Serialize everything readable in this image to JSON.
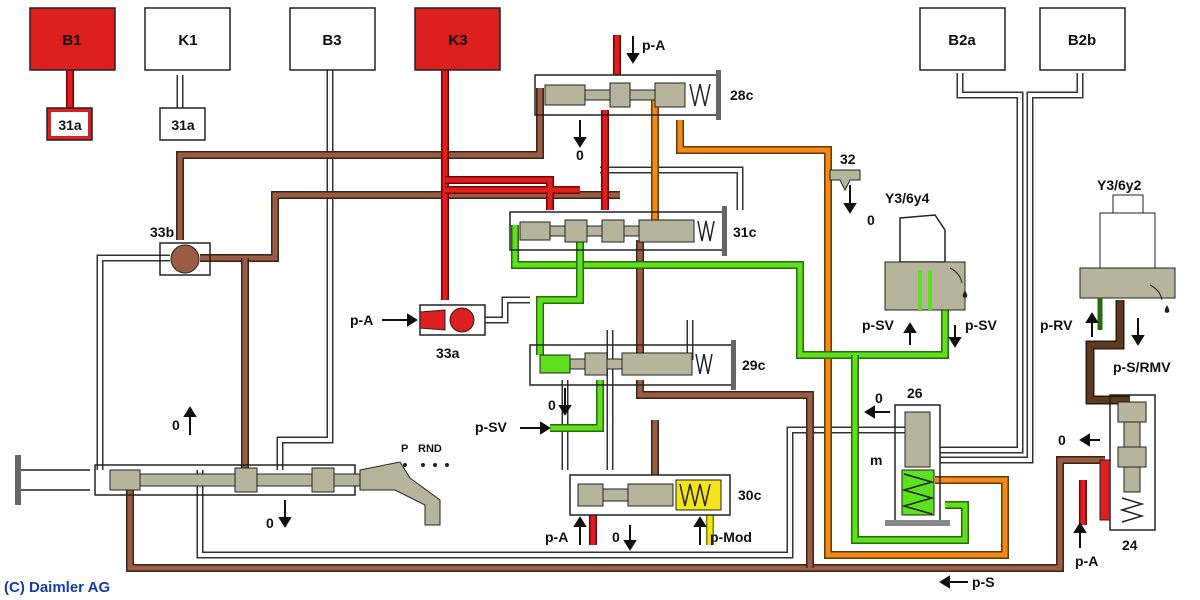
{
  "colors": {
    "red": "#dd1f1f",
    "brown": "#9b5c45",
    "dark_brown": "#5d3a1e",
    "green": "#5ee01f",
    "orange": "#f08a1a",
    "yellow": "#f3e51a",
    "white_line": "#ffffff",
    "spool": "#b6b59c",
    "outline": "#222222"
  },
  "components": {
    "B1": "B1",
    "K1": "K1",
    "B3": "B3",
    "K3": "K3",
    "B2a": "B2a",
    "B2b": "B2b",
    "valve_31a_left": "31a",
    "valve_31a_right": "31a",
    "valve_28c": "28c",
    "valve_31c": "31c",
    "valve_29c": "29c",
    "valve_30c": "30c",
    "valve_33a": "33a",
    "valve_33b": "33b",
    "valve_32": "32",
    "valve_26": "26",
    "valve_24": "24",
    "solenoid_y4": "Y3/6y4",
    "solenoid_y2": "Y3/6y2",
    "label_m": "m"
  },
  "pressures": {
    "pA_top": "p-A",
    "pA_33a": "p-A",
    "pA_30c": "p-A",
    "pA_24": "p-A",
    "pSV_left": "p-SV",
    "pSV_y4_left": "p-SV",
    "pSV_y4_right": "p-SV",
    "pMod": "p-Mod",
    "pRV": "p-RV",
    "pSRMV": "p-S/RMV",
    "pS": "p-S"
  },
  "exhausts": {
    "ex_28c": "0",
    "ex_29c": "0",
    "ex_30c": "0",
    "ex_32": "0",
    "ex_26": "0",
    "ex_24": "0",
    "ex_selector_up": "0",
    "ex_selector_down": "0"
  },
  "selector": {
    "p": "P",
    "rnd": "RND"
  },
  "copyright": "(C) Daimler AG"
}
